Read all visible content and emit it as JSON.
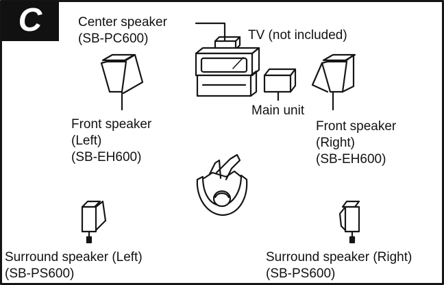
{
  "figure": {
    "badge": "C",
    "center_speaker": {
      "name": "Center speaker",
      "model": "(SB-PC600)"
    },
    "tv": {
      "label": "TV (not included)"
    },
    "main_unit": {
      "label": "Main unit"
    },
    "front_left": {
      "name": "Front speaker",
      "side": "(Left)",
      "model": "(SB-EH600)"
    },
    "front_right": {
      "name": "Front speaker",
      "side": "(Right)",
      "model": "(SB-EH600)"
    },
    "surround_left": {
      "name": "Surround speaker (Left)",
      "model": "(SB-PS600)"
    },
    "surround_right": {
      "name": "Surround speaker (Right)",
      "model": "(SB-PS600)"
    }
  }
}
